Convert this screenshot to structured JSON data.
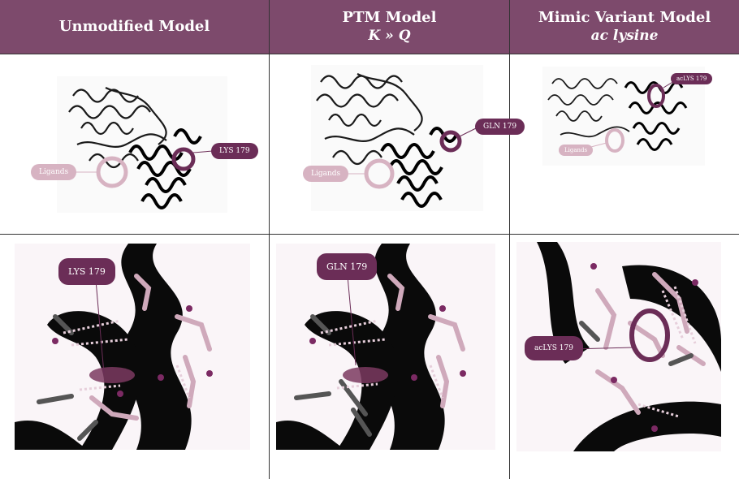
{
  "columns": [
    {
      "title": "Unmodified Model",
      "subtitle": ""
    },
    {
      "title": "PTM Model",
      "subtitle": "K » Q"
    },
    {
      "title": "Mimic Variant Model",
      "subtitle": "ac lysine"
    }
  ],
  "overview_labels": {
    "col1": {
      "ligand": "Ligands",
      "residue": "LYS 179"
    },
    "col2": {
      "ligand": "Ligands",
      "residue": "GLN 179"
    },
    "col3": {
      "ligand": "Ligands",
      "residue": "acLYS 179"
    }
  },
  "closeup_labels": {
    "col1": "LYS 179",
    "col2": "GLN 179",
    "col3": "acLYS 179"
  },
  "colors": {
    "header_bg": "#7d4a6c",
    "dark_label": "#6b2d57",
    "light_label": "#d7b3c2",
    "protein": "#111111"
  }
}
